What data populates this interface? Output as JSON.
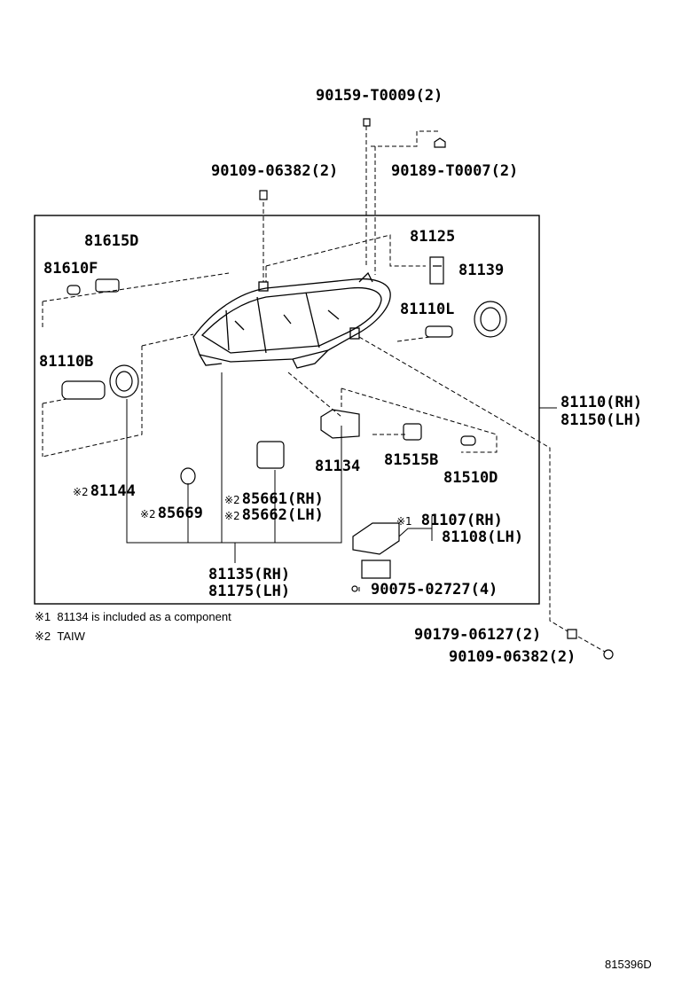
{
  "parts": {
    "p90159": "90159-T0009(2)",
    "p90109_top": "90109-06382(2)",
    "p90189": "90189-T0007(2)",
    "p81615D": "81615D",
    "p81610F": "81610F",
    "p81125": "81125",
    "p81139": "81139",
    "p81110L": "81110L",
    "p81110B": "81110B",
    "p81110RH": "81110(RH)",
    "p81150LH": "81150(LH)",
    "p81134": "81134",
    "p81515B": "81515B",
    "p81510D": "81510D",
    "p81144": "81144",
    "p85669": "85669",
    "p85661RH": "85661(RH)",
    "p85662LH": "85662(LH)",
    "p81107RH": "81107(RH)",
    "p81108LH": "81108(LH)",
    "p81135RH": "81135(RH)",
    "p81175LH": "81175(LH)",
    "p90075": "90075-02727(4)",
    "p90179": "90179-06127(2)",
    "p90109_bottom": "90109-06382(2)"
  },
  "marks": {
    "m1": "※1",
    "m2": "※2"
  },
  "footnotes": {
    "note1_mark": "※1",
    "note1_text": "81134 is included as a component",
    "note2_mark": "※2",
    "note2_text": "TAIW"
  },
  "diagram_code": "815396D"
}
